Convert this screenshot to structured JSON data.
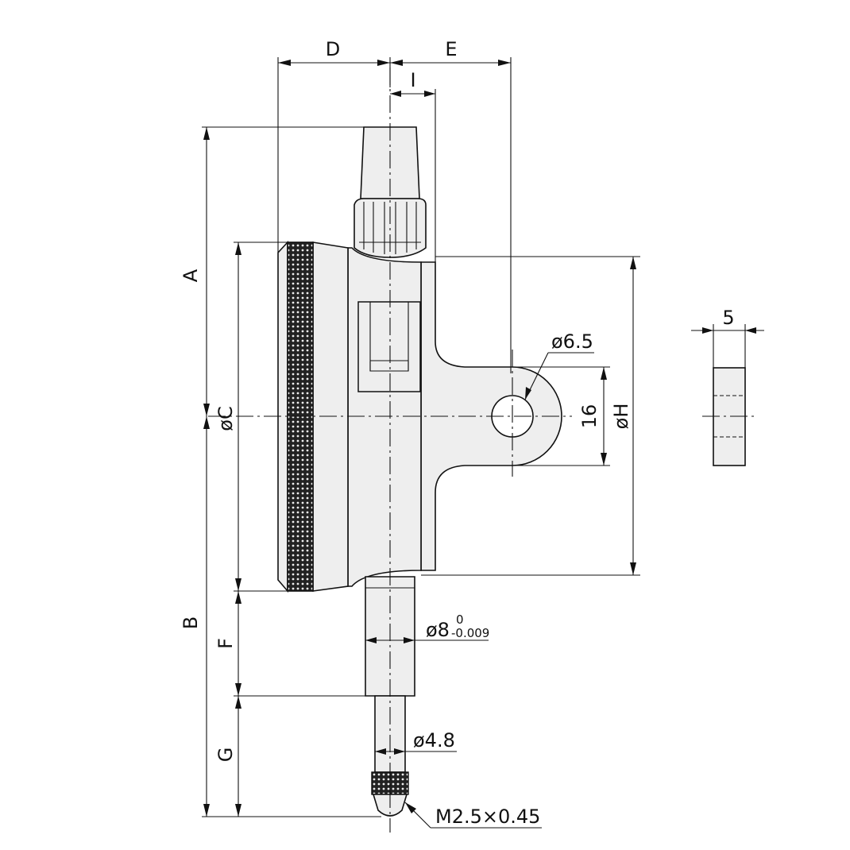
{
  "labels": {
    "A": "A",
    "B": "B",
    "C": "øC",
    "D": "D",
    "E": "E",
    "F": "F",
    "G": "G",
    "H": "øH",
    "I": "I",
    "hole": "ø6.5",
    "lug": "16",
    "lug_thickness": "5",
    "stem": "ø8",
    "stem_tol_upper": "0",
    "stem_tol_lower": "-0.009",
    "spindle": "ø4.8",
    "thread": "M2.5×0.45"
  }
}
